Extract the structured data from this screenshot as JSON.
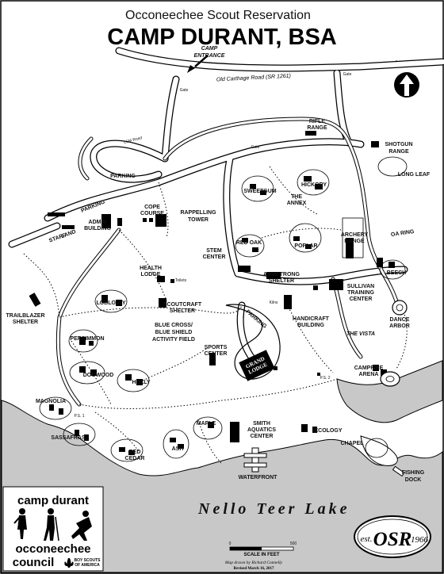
{
  "title": {
    "subtitle": "Occoneechee Scout Reservation",
    "main": "CAMP DURANT, BSA"
  },
  "north": {
    "label": "North",
    "icon": "north-arrow-icon"
  },
  "roads": {
    "main_road": "Old Carthage Road (SR 1261)",
    "entrance": [
      "CAMP",
      "ENTRANCE"
    ],
    "lsm_road": "LSM Road",
    "gate": "Gate"
  },
  "lake": {
    "name": "Nello Teer Lake",
    "color": "#c8c8c8"
  },
  "labels": {
    "parking_top": "PARKING",
    "parking_left": "PARKING",
    "admin": [
      "ADMIN",
      "BUILDING"
    ],
    "staff_land": [
      "STAFF",
      "LAND"
    ],
    "cope": [
      "COPE",
      "COURSE"
    ],
    "rappelling": [
      "RAPPELLING",
      "TOWER"
    ],
    "rifle": [
      "RIFLE",
      "RANGE"
    ],
    "shotgun": [
      "SHOTGUN",
      "RANGE"
    ],
    "long_leaf": "LONG LEAF",
    "hickory": "HICKORY",
    "sweetgum": "SWEETGUM",
    "annex": [
      "THE",
      "ANNEX"
    ],
    "red_oak": "RED OAK",
    "poplar": "POPLAR",
    "archery": [
      "ARCHERY",
      "RANGE"
    ],
    "oa_ring": "OA RING",
    "stem": [
      "STEM",
      "CENTER"
    ],
    "health": [
      "HEALTH",
      "LODGE"
    ],
    "toilets": "Toilets",
    "armstrong": [
      "ARMSTRONG",
      "SHELTER"
    ],
    "beech": "BEECH",
    "sullivan": [
      "SULLIVAN",
      "TRAINING",
      "CENTER"
    ],
    "trailblazer": [
      "TRAILBLAZER",
      "SHELTER"
    ],
    "loblolly": "LOBLOLLY",
    "scoutcraft": [
      "SCOUTCRAFT",
      "SHELTER"
    ],
    "kilns": "Kilns",
    "handicraft": [
      "HANDICRAFT",
      "BUILDING"
    ],
    "dance_arbor": [
      "DANCE",
      "ARBOR"
    ],
    "field": [
      "BLUE CROSS/",
      "BLUE SHIELD",
      "ACTIVITY FIELD"
    ],
    "vista": "THE VISTA",
    "persimmon": "PERSIMMON",
    "parking_lodge": "PARKING",
    "sports": [
      "SPORTS",
      "CENTER"
    ],
    "grand_lodge": [
      "GRAND",
      "LODGE"
    ],
    "dogwood": "DOGWOOD",
    "holly": "HOLLY",
    "campfire": [
      "CAMPFIRE",
      "ARENA"
    ],
    "ps2": "P.S. 2",
    "ps1": "P.S. 1",
    "magnolia": "MAGNOLIA",
    "sassafras": "SASSAFRAS",
    "maple": "MAPLE",
    "smith": [
      "SMITH",
      "AQUATICS",
      "CENTER"
    ],
    "ecology": "ECOLOGY",
    "ash": "ASH",
    "red_cedar": [
      "RED",
      "CEDAR"
    ],
    "chapel": "CHAPEL",
    "waterfront": "WATERFRONT",
    "fishing_dock": [
      "FISHING",
      "DOCK"
    ]
  },
  "scale": {
    "zero": "0",
    "max": "500",
    "label": "SCALE IN FEET"
  },
  "credits": {
    "drawn_by": "Map drawn by Richard Connelly",
    "revised": "Revised March 16, 2017"
  },
  "logo": {
    "camp": "camp durant",
    "org1": "occoneechee",
    "org2": "council",
    "bsa": [
      "BOY SCOUTS",
      "OF AMERICA"
    ],
    "accent": "#000000"
  },
  "badge": {
    "est": "est.",
    "osr": "OSR",
    "year": "1966"
  }
}
